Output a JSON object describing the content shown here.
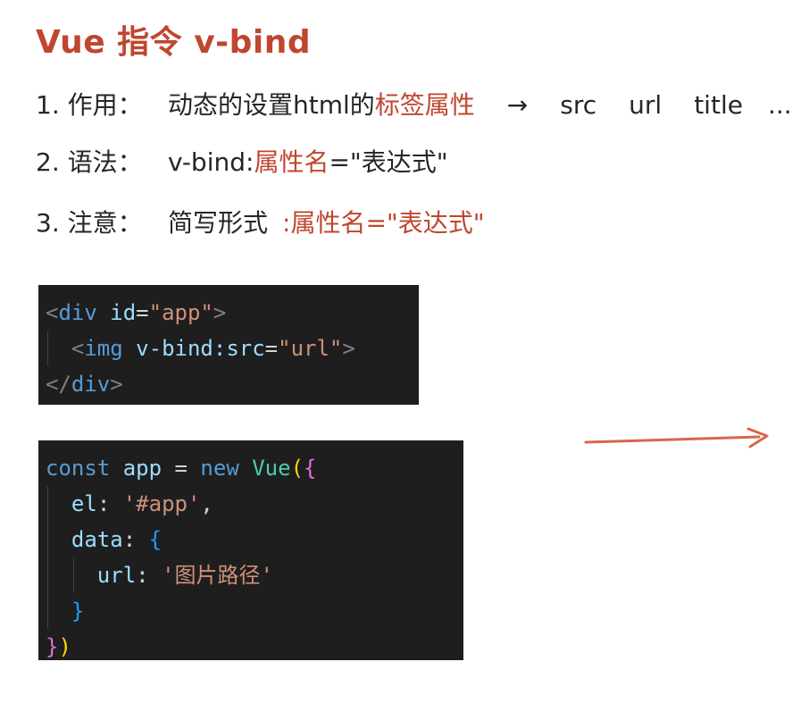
{
  "title": "Vue 指令 v-bind",
  "points": [
    {
      "label": "1. 作用：",
      "text_a": "动态的设置html的",
      "text_red": "标签属性",
      "tail": [
        "→",
        "src",
        "url",
        "title",
        "..."
      ]
    },
    {
      "label": "2. 语法：",
      "text_a": "v-bind:",
      "text_red": "属性名",
      "text_b": "=\"表达式\""
    },
    {
      "label": "3. 注意：",
      "text_a": "简写形式",
      "text_red": ":属性名=\"表达式\""
    }
  ],
  "code_html": {
    "l1": {
      "lt": "<",
      "tag": "div",
      "attr": "id",
      "eq": "=",
      "val": "\"app\"",
      "gt": ">"
    },
    "l2": {
      "lt": "<",
      "tag": "img",
      "attr": "v-bind:src",
      "eq": "=",
      "val": "\"url\"",
      "gt": ">"
    },
    "l3": {
      "lt": "</",
      "tag": "div",
      "gt": ">"
    }
  },
  "code_js": {
    "l1": {
      "kw1": "const",
      "var": "app",
      "op": "=",
      "kw2": "new",
      "cls": "Vue",
      "p": "(",
      "b": "{"
    },
    "l2": {
      "key": "el",
      "colon": ":",
      "val": "'#app'",
      "comma": ","
    },
    "l3": {
      "key": "data",
      "colon": ":",
      "b": "{"
    },
    "l4": {
      "key": "url",
      "colon": ":",
      "val": "'图片路径'"
    },
    "l5": {
      "b": "}"
    },
    "l6": {
      "b": "}",
      "p": ")"
    }
  },
  "colors": {
    "accent": "#c0462f",
    "code_bg": "#1e1e1e",
    "arrow": "#d9674c"
  },
  "icons": {
    "arrow": "right-arrow-icon"
  }
}
